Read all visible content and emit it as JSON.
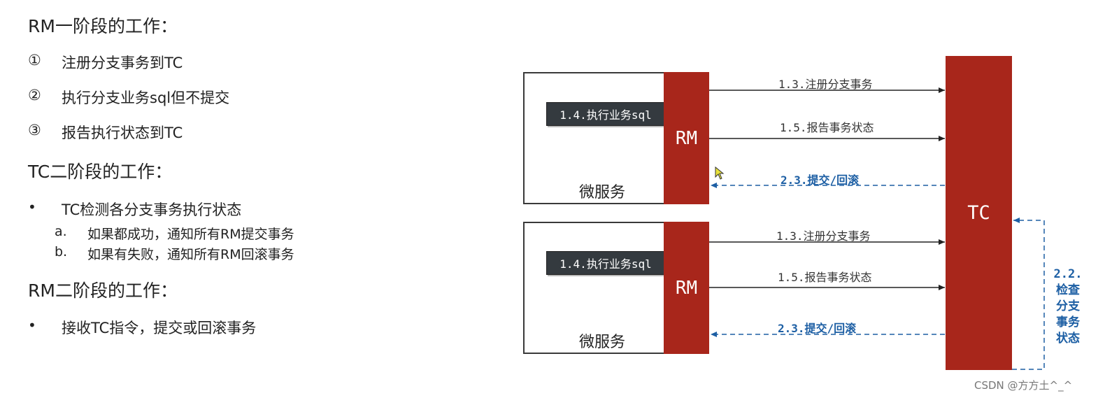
{
  "left": {
    "rm_phase1_title": "RM一阶段的工作：",
    "rm_phase1_items": [
      {
        "marker": "①",
        "text": "注册分支事务到TC"
      },
      {
        "marker": "②",
        "text": "执行分支业务sql但不提交"
      },
      {
        "marker": "③",
        "text": "报告执行状态到TC"
      }
    ],
    "tc_phase2_title": "TC二阶段的工作：",
    "tc_phase2_bullet": {
      "marker": "•",
      "text": "TC检测各分支事务执行状态"
    },
    "tc_phase2_subitems": [
      {
        "marker": "a.",
        "text": "如果都成功，通知所有RM提交事务"
      },
      {
        "marker": "b.",
        "text": "如果有失败，通知所有RM回滚事务"
      }
    ],
    "rm_phase2_title": "RM二阶段的工作：",
    "rm_phase2_bullet": {
      "marker": "•",
      "text": "接收TC指令，提交或回滚事务"
    }
  },
  "diagram": {
    "tc_label": "TC",
    "services": [
      {
        "rm_label": "RM",
        "service_label": "微服务",
        "exec_label": "1.4.执行业务sql",
        "register_label": "1.3.注册分支事务",
        "report_label": "1.5.报告事务状态",
        "commit_label": "2.3.提交/回滚"
      },
      {
        "rm_label": "RM",
        "service_label": "微服务",
        "exec_label": "1.4.执行业务sql",
        "register_label": "1.3.注册分支事务",
        "report_label": "1.5.报告事务状态",
        "commit_label": "2.3.提交/回滚"
      }
    ],
    "check_label_lines": [
      "2.2.",
      "检查",
      "分支",
      "事务",
      "状态"
    ]
  },
  "watermark": "CSDN @方方土^_^",
  "colors": {
    "bar_red": "#a8261b",
    "chip_dark": "#343a3f",
    "dashed_blue": "#1d5fa4",
    "line_dark": "#222222"
  }
}
